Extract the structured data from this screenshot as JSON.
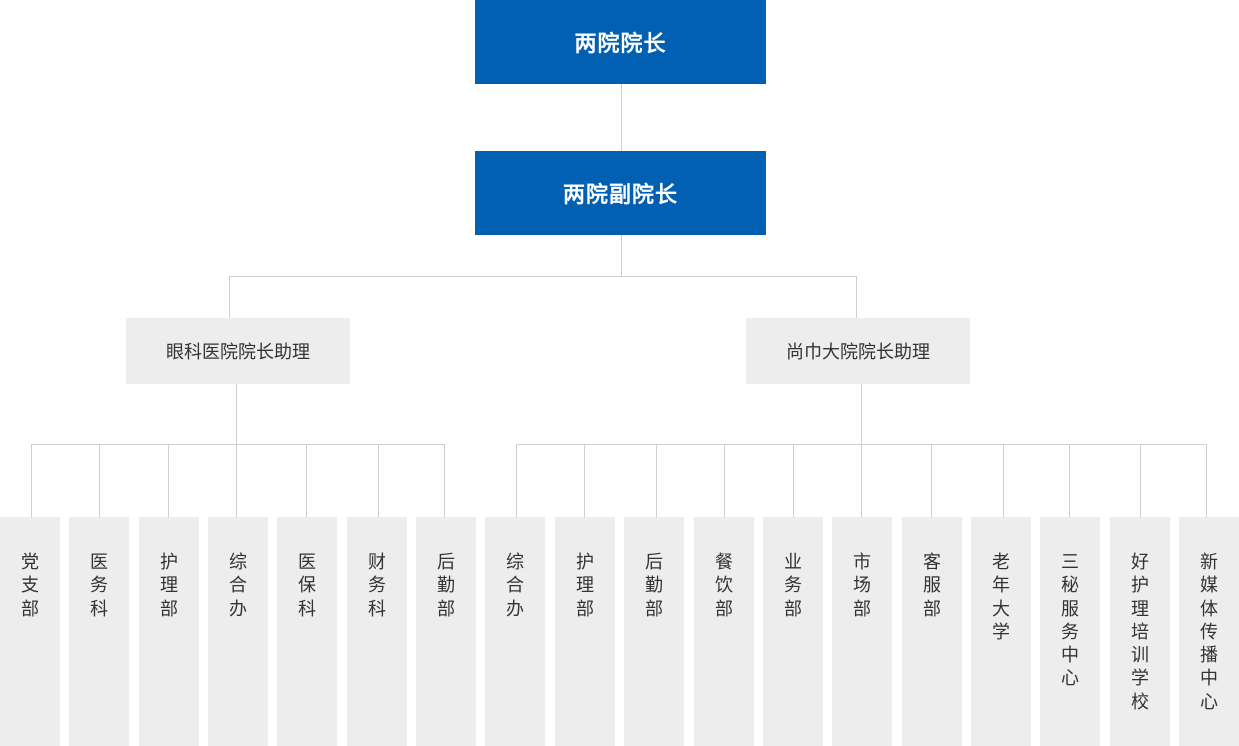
{
  "top": {
    "title": "两院院长"
  },
  "second": {
    "title": "两院副院长"
  },
  "assistants": [
    {
      "label": "眼科医院院长助理"
    },
    {
      "label": "尚巾大院院长助理"
    }
  ],
  "left_departments": [
    {
      "label": "党支部"
    },
    {
      "label": "医务科"
    },
    {
      "label": "护理部"
    },
    {
      "label": "综合办"
    },
    {
      "label": "医保科"
    },
    {
      "label": "财务科"
    },
    {
      "label": "后勤部"
    }
  ],
  "right_departments": [
    {
      "label": "综合办"
    },
    {
      "label": "护理部"
    },
    {
      "label": "后勤部"
    },
    {
      "label": "餐饮部"
    },
    {
      "label": "业务部"
    },
    {
      "label": "市场部"
    },
    {
      "label": "客服部"
    },
    {
      "label": "老年大学"
    },
    {
      "label": "三秘服务中心"
    },
    {
      "label": "好护理培训学校"
    },
    {
      "label": "新媒体传播中心"
    }
  ],
  "colors": {
    "primary": "#0160b1",
    "box_gray": "#ededed",
    "line": "#cfcfcf",
    "text": "#333333"
  }
}
